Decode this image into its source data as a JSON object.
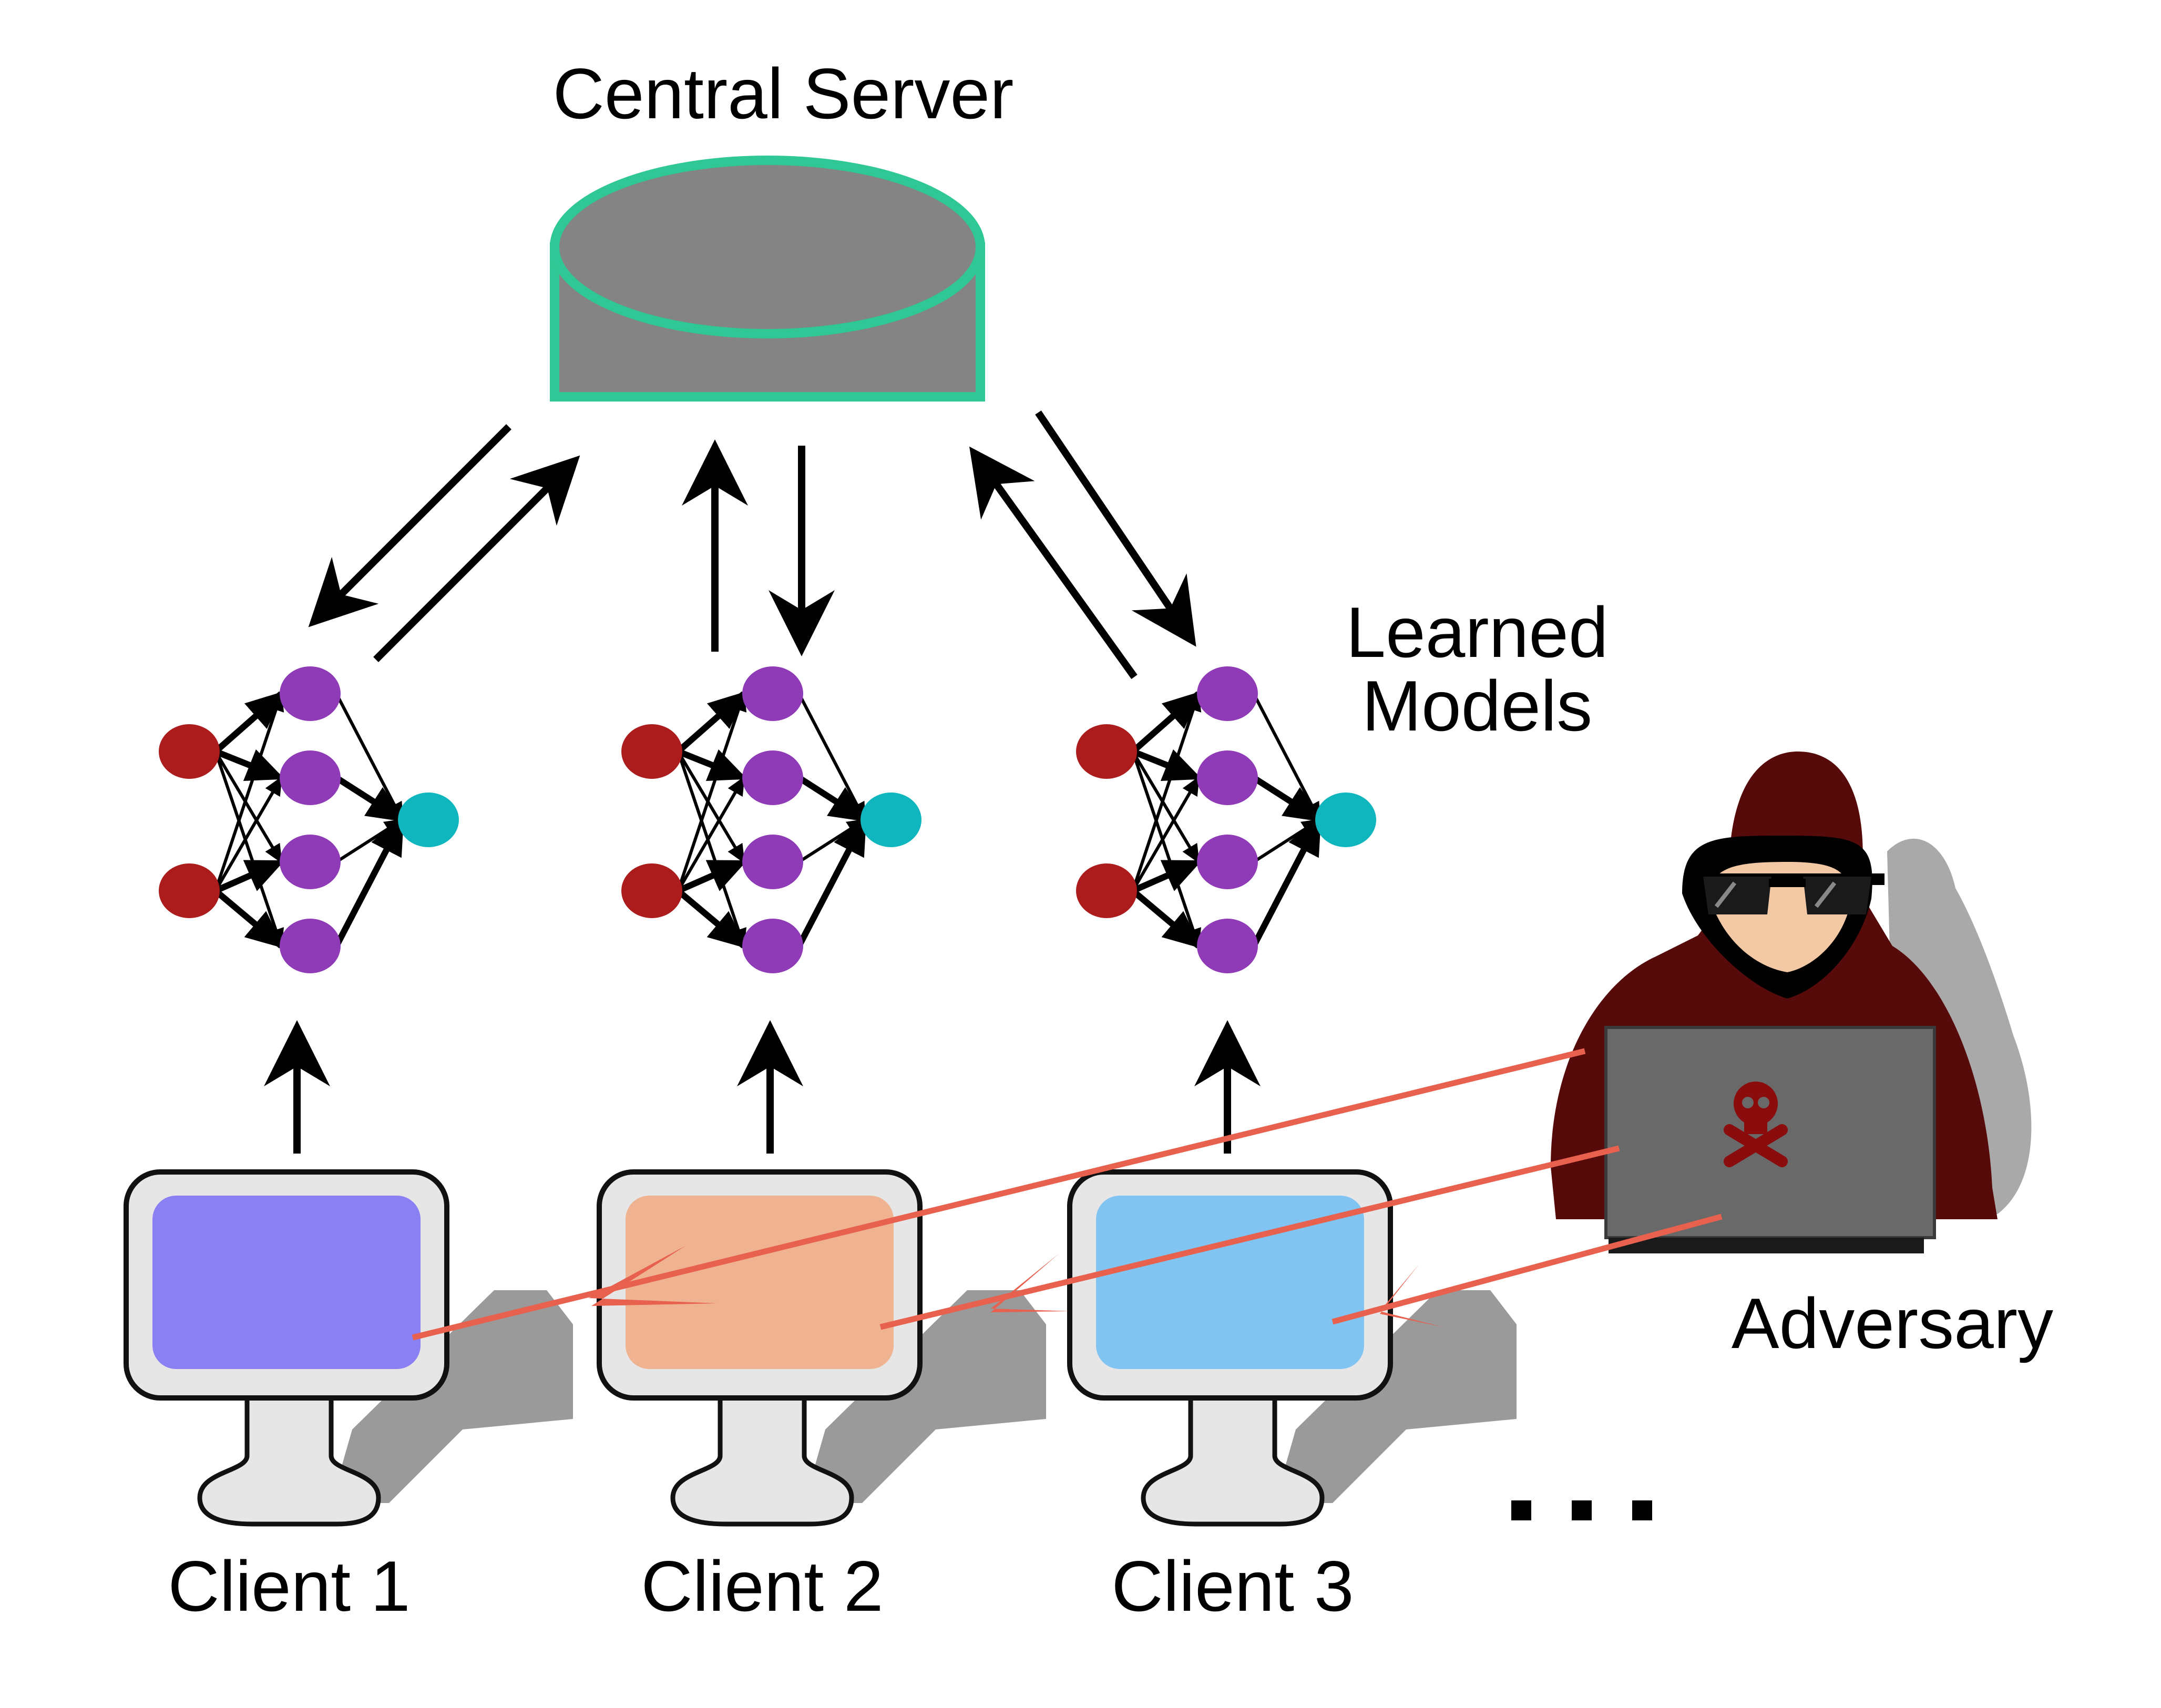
{
  "server": {
    "label": "Central Server"
  },
  "models": {
    "label_line1": "Learned",
    "label_line2": "Models"
  },
  "clients": [
    {
      "label": "Client 1",
      "screen_color": "#8a7ff3"
    },
    {
      "label": "Client 2",
      "screen_color": "#efb391"
    },
    {
      "label": "Client 3",
      "screen_color": "#82c4f1"
    }
  ],
  "more": {
    "label": "..."
  },
  "adversary": {
    "label": "Adversary"
  },
  "colors": {
    "server_fill": "#848484",
    "server_stroke": "#2ec795",
    "input_node": "#ac1c1c",
    "hidden_node": "#8f3bb8",
    "output_node": "#10b6bd",
    "attack_line": "#e8604e",
    "hood": "#560a0a",
    "laptop": "#696969"
  }
}
